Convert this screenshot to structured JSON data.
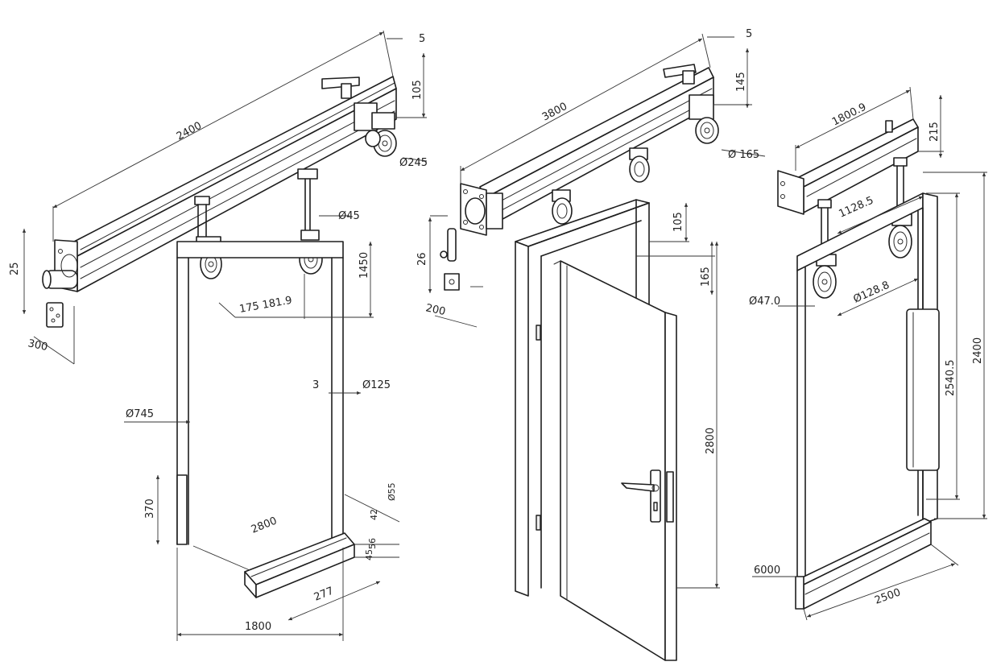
{
  "colors": {
    "line": "#1e1e1e",
    "background": "#ffffff"
  },
  "left_assembly": {
    "rail_length": "2400",
    "end_offset": "5",
    "bracket_height": "105",
    "wheel_dia_right": "Ø245",
    "shaft_size": "25",
    "plate_offset": "300",
    "hanger_wheel_dia": "Ø45",
    "hanger_drop": "1450",
    "wheel_spacing": "175 181.9",
    "gap": "3",
    "post_dia": "Ø125",
    "frame_dia": "Ø745",
    "stop_height": "370",
    "guide_length": "2800",
    "guide_a": "Ø55",
    "guide_b": "42",
    "guide_c": "56",
    "guide_d": "45",
    "guide_width": "277",
    "opening_width": "1800"
  },
  "middle_assembly": {
    "rail_length": "3800",
    "end_offset": "5",
    "bracket_height": "145",
    "wheel_dia": "Ø 165",
    "arm_height": "26",
    "arm_offset": "200",
    "frame_top": "105",
    "frame_depth": "165",
    "door_height": "2800"
  },
  "right_assembly": {
    "rail_length": "1800.9",
    "bracket_height": "215",
    "hanger_spacing": "1128.5",
    "wheel_dia": "Ø47.0",
    "wheel_span": "Ø128.8",
    "panel_height": "2400",
    "inner_height": "2540.5",
    "base_offset": "6000",
    "base_width": "2500"
  }
}
